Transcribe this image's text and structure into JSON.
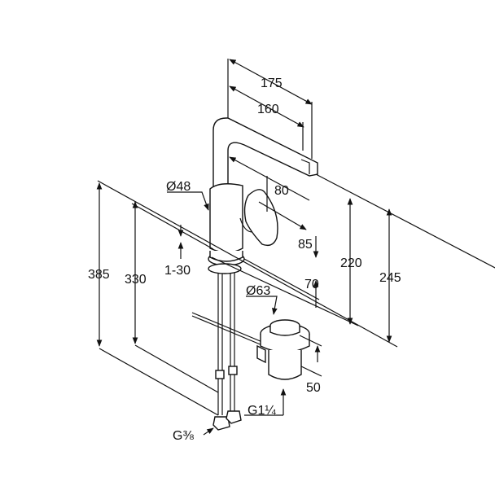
{
  "diagram": {
    "subject": "faucet-dimension-drawing",
    "labels": {
      "d175": "175",
      "d160": "160",
      "d80": "80",
      "dia48": "Ø48",
      "d85": "85",
      "range_1_30": "1-30",
      "d70": "70",
      "dia63": "Ø63",
      "d220": "220",
      "d245": "245",
      "d385": "385",
      "d330": "330",
      "d50": "50",
      "g1_1_4": "G1¼",
      "g3_8": "G⅜"
    },
    "colors": {
      "line": "#111111",
      "background": "#ffffff"
    }
  }
}
